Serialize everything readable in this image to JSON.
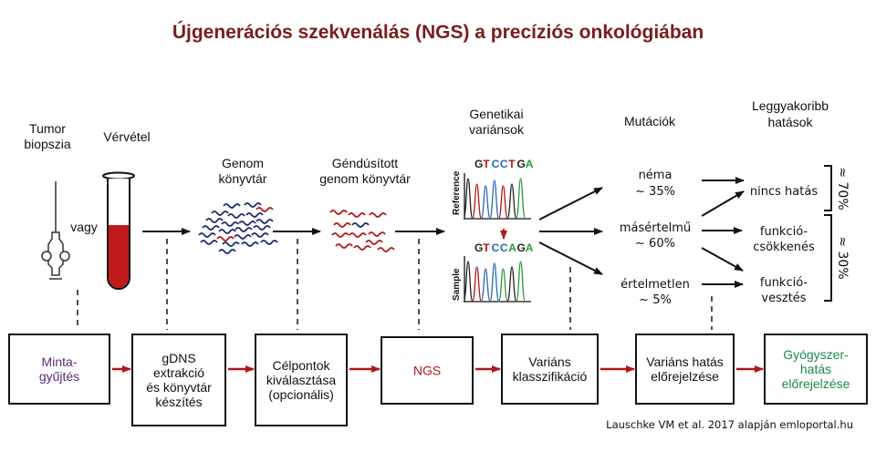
{
  "title": "Újgenerációs szekvenálás (NGS) a precíziós onkológiában",
  "colors": {
    "title": "#7b1c1c",
    "red": "#b01717",
    "navy": "#1a2a6c",
    "purple": "#5a2a7a",
    "green": "#1a8a4a"
  },
  "top": {
    "tumor": [
      "Tumor",
      "biopszia"
    ],
    "blood": "Vérvétel",
    "or": "vagy",
    "genome_lib": [
      "Genom",
      "könyvtár"
    ],
    "enriched_lib": [
      "Géndúsított",
      "genom könyvtár"
    ],
    "variants": [
      "Genetikai",
      "variánsok"
    ],
    "reference_label": "Reference",
    "sample_label": "Sample",
    "reference_seq": [
      "G",
      "T",
      "C",
      "C",
      "T",
      "G",
      "A"
    ],
    "sample_seq": [
      "G",
      "T",
      "C",
      "C",
      "A",
      "G",
      "A"
    ],
    "mutations_header": "Mutációk",
    "effects_header": [
      "Leggyakoribb",
      "hatások"
    ],
    "mutations": [
      {
        "name": "néma",
        "pct": "~ 35%"
      },
      {
        "name": "másértelmű",
        "pct": "~ 60%"
      },
      {
        "name": "értelmetlen",
        "pct": "~ 5%"
      }
    ],
    "effects": [
      [
        "nincs hatás"
      ],
      [
        "funkció-",
        "csökkenés"
      ],
      [
        "funkció-",
        "vesztés"
      ]
    ],
    "bracket_70": "≈ 70%",
    "bracket_30": "≈ 30%"
  },
  "steps": [
    [
      "Minta-",
      "gyűjtés"
    ],
    [
      "gDNS",
      "extrakció",
      "és könyvtár",
      "készítés"
    ],
    [
      "Célpontok",
      "kiválasztása",
      "(opcionális)"
    ],
    [
      "NGS"
    ],
    [
      "Variáns",
      "klasszifikáció"
    ],
    [
      "Variáns hatás",
      "előrejelzése"
    ],
    [
      "Gyógyszer-",
      "hatás",
      "előrejelzése"
    ]
  ],
  "credit": "Lauschke VM et al. 2017 alapján emloportal.hu"
}
